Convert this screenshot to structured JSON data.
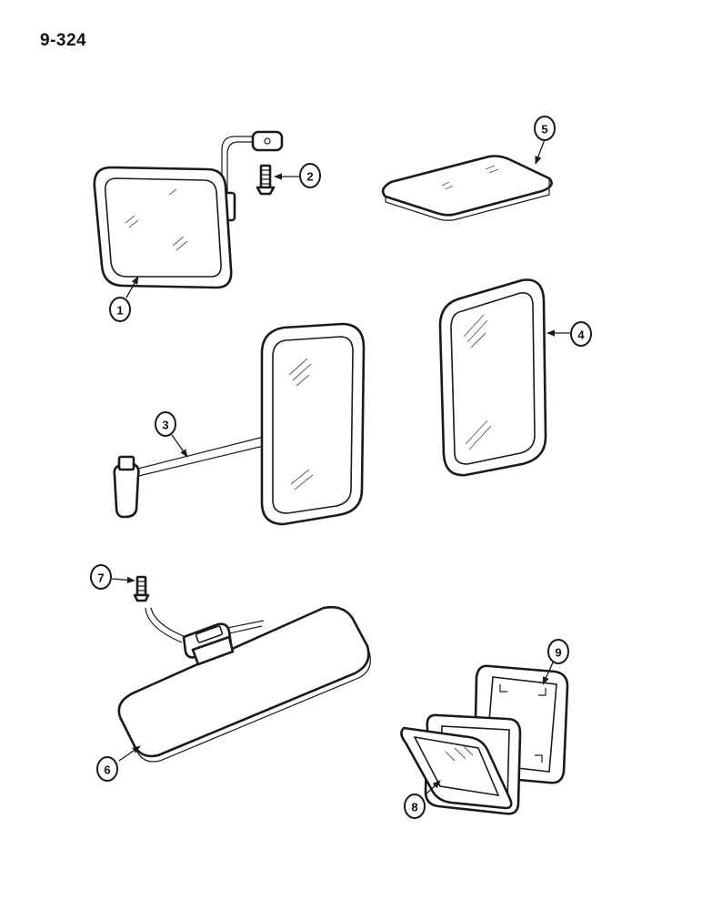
{
  "page_number": "9-324",
  "callouts": [
    {
      "label": "1"
    },
    {
      "label": "2"
    },
    {
      "label": "3"
    },
    {
      "label": "4"
    },
    {
      "label": "5"
    },
    {
      "label": "6"
    },
    {
      "label": "7"
    },
    {
      "label": "8"
    },
    {
      "label": "9"
    }
  ]
}
